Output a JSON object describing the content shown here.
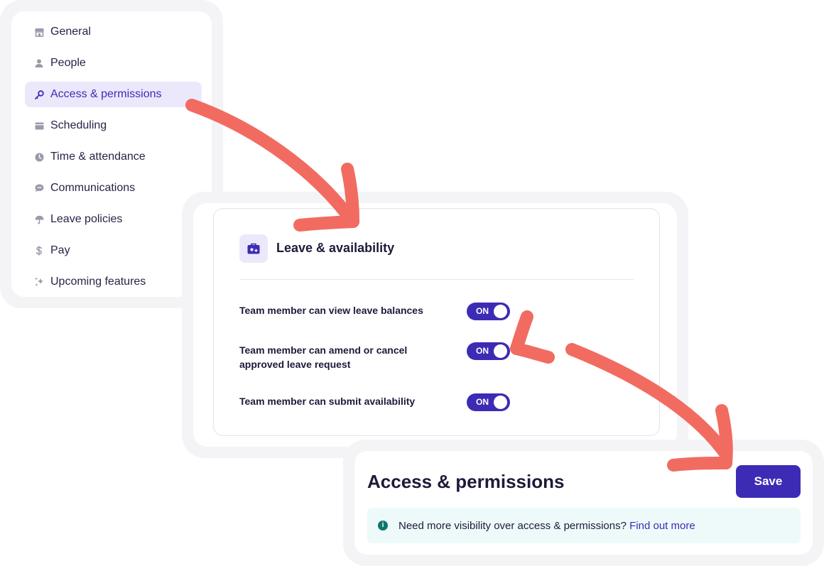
{
  "sidebar": {
    "items": [
      {
        "label": "General",
        "icon": "store-icon",
        "active": false
      },
      {
        "label": "People",
        "icon": "person-icon",
        "active": false
      },
      {
        "label": "Access & permissions",
        "icon": "key-icon",
        "active": true
      },
      {
        "label": "Scheduling",
        "icon": "calendar-icon",
        "active": false
      },
      {
        "label": "Time & attendance",
        "icon": "clock-icon",
        "active": false
      },
      {
        "label": "Communications",
        "icon": "chat-bubble-icon",
        "active": false
      },
      {
        "label": "Leave policies",
        "icon": "umbrella-icon",
        "active": false
      },
      {
        "label": "Pay",
        "icon": "dollar-icon",
        "active": false
      },
      {
        "label": "Upcoming features",
        "icon": "sparkle-icon",
        "active": false
      }
    ]
  },
  "leave": {
    "title": "Leave & availability",
    "icon": "medical-bag-icon",
    "settings": [
      {
        "label": "Team member can view leave balances",
        "state": "ON"
      },
      {
        "label": "Team member can amend or cancel approved leave request",
        "state": "ON"
      },
      {
        "label": "Team member can submit availability",
        "state": "ON"
      }
    ]
  },
  "access": {
    "title": "Access & permissions",
    "save_label": "Save",
    "info_text": "Need more visibility over access & permissions?",
    "info_link": "Find out more"
  },
  "colors": {
    "accent": "#3c2bb5",
    "accent_light": "#ece8fc",
    "arrow": "#f26b61",
    "info_bg": "#eefafa",
    "info_icon": "#0f766e",
    "frame": "#f4f4f7"
  }
}
